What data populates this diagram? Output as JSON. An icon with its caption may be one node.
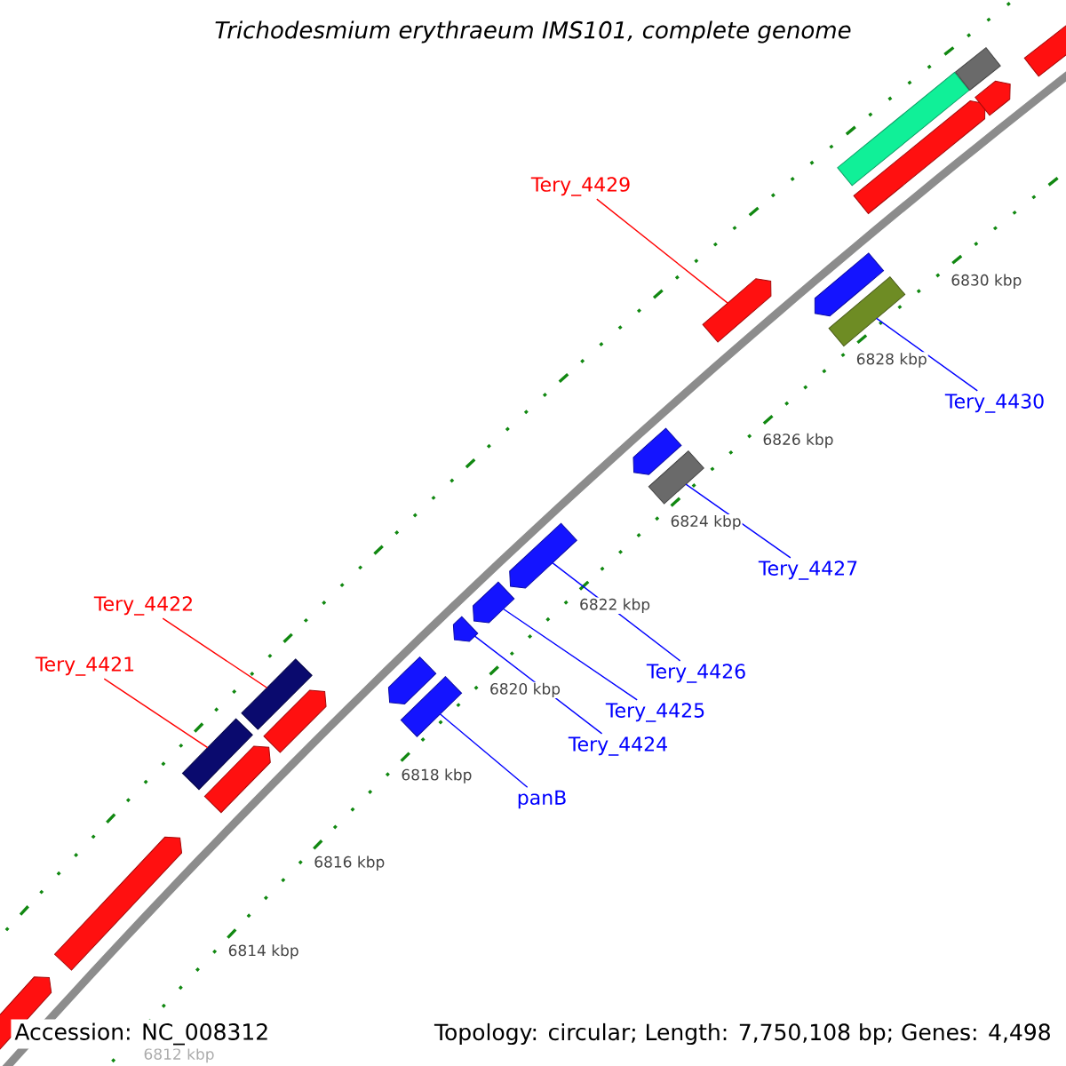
{
  "diagram": {
    "title": "Trichodesmium erythraeum IMS101, complete genome",
    "nodes": [
      {
        "text": [
          "Tery_4429"
        ]
      },
      {
        "text": [
          "Tery_4430"
        ]
      },
      {
        "text": [
          "Tery_4427"
        ]
      },
      {
        "text": [
          "Tery_4422"
        ]
      },
      {
        "text": [
          "Tery_4421"
        ]
      },
      {
        "text": [
          "Tery_4426"
        ]
      },
      {
        "text": [
          "Tery_4425"
        ]
      },
      {
        "text": [
          "Tery_4424"
        ]
      },
      {
        "text": [
          "panB"
        ]
      },
      {
        "text": [],
        "shape": "arrow"
      },
      {
        "text": [],
        "shape": "box"
      },
      {
        "text": [],
        "shape": "box"
      },
      {
        "text": [],
        "shape": "box"
      },
      {
        "text": [],
        "shape": "box"
      },
      {
        "text": [],
        "shape": "arrow"
      },
      {
        "text": [],
        "shape": "arrow"
      },
      {
        "text": [],
        "shape": "arrow"
      },
      {
        "text": [],
        "shape": "box"
      },
      {
        "text": [],
        "shape": "arrow"
      },
      {
        "text": [],
        "shape": "arrow"
      },
      {
        "text": [],
        "shape": "arrow"
      },
      {
        "text": [],
        "shape": "arrow"
      },
      {
        "text": [],
        "shape": "arrow"
      },
      {
        "text": [],
        "shape": "arrow"
      },
      {
        "text": [],
        "shape": "arrow"
      },
      {
        "text": [],
        "shape": "box"
      },
      {
        "text": [],
        "shape": "arrow"
      },
      {
        "text": [],
        "shape": "box"
      },
      {
        "text": [],
        "shape": "arrow"
      },
      {
        "text": [],
        "shape": "arrow"
      }
    ],
    "edges": [
      {
        "from": 0,
        "to": 9,
        "arrow": "none",
        "color": "#ff0000"
      },
      {
        "from": 1,
        "to": 10,
        "arrow": "none"
      },
      {
        "from": 2,
        "to": 11,
        "arrow": "none"
      },
      {
        "from": 3,
        "to": 12,
        "arrow": "none",
        "color": "#ff0000"
      },
      {
        "from": 4,
        "to": 13,
        "arrow": "none",
        "color": "#ff0000"
      },
      {
        "from": 5,
        "to": 14,
        "arrow": "none"
      },
      {
        "from": 6,
        "to": 15,
        "arrow": "none"
      },
      {
        "from": 7,
        "to": 16,
        "arrow": "none"
      },
      {
        "from": 8,
        "to": 17,
        "arrow": "none"
      }
    ],
    "labels": [
      "6830 kbp",
      "6828 kbp",
      "6826 kbp",
      "6824 kbp",
      "6822 kbp",
      "6820 kbp",
      "6818 kbp",
      "6816 kbp",
      "6814 kbp",
      "6812 kbp",
      "Accession: NC_008312",
      "Topology: circular; Length: 7,750,108 bp; Genes: 4,498"
    ]
  }
}
